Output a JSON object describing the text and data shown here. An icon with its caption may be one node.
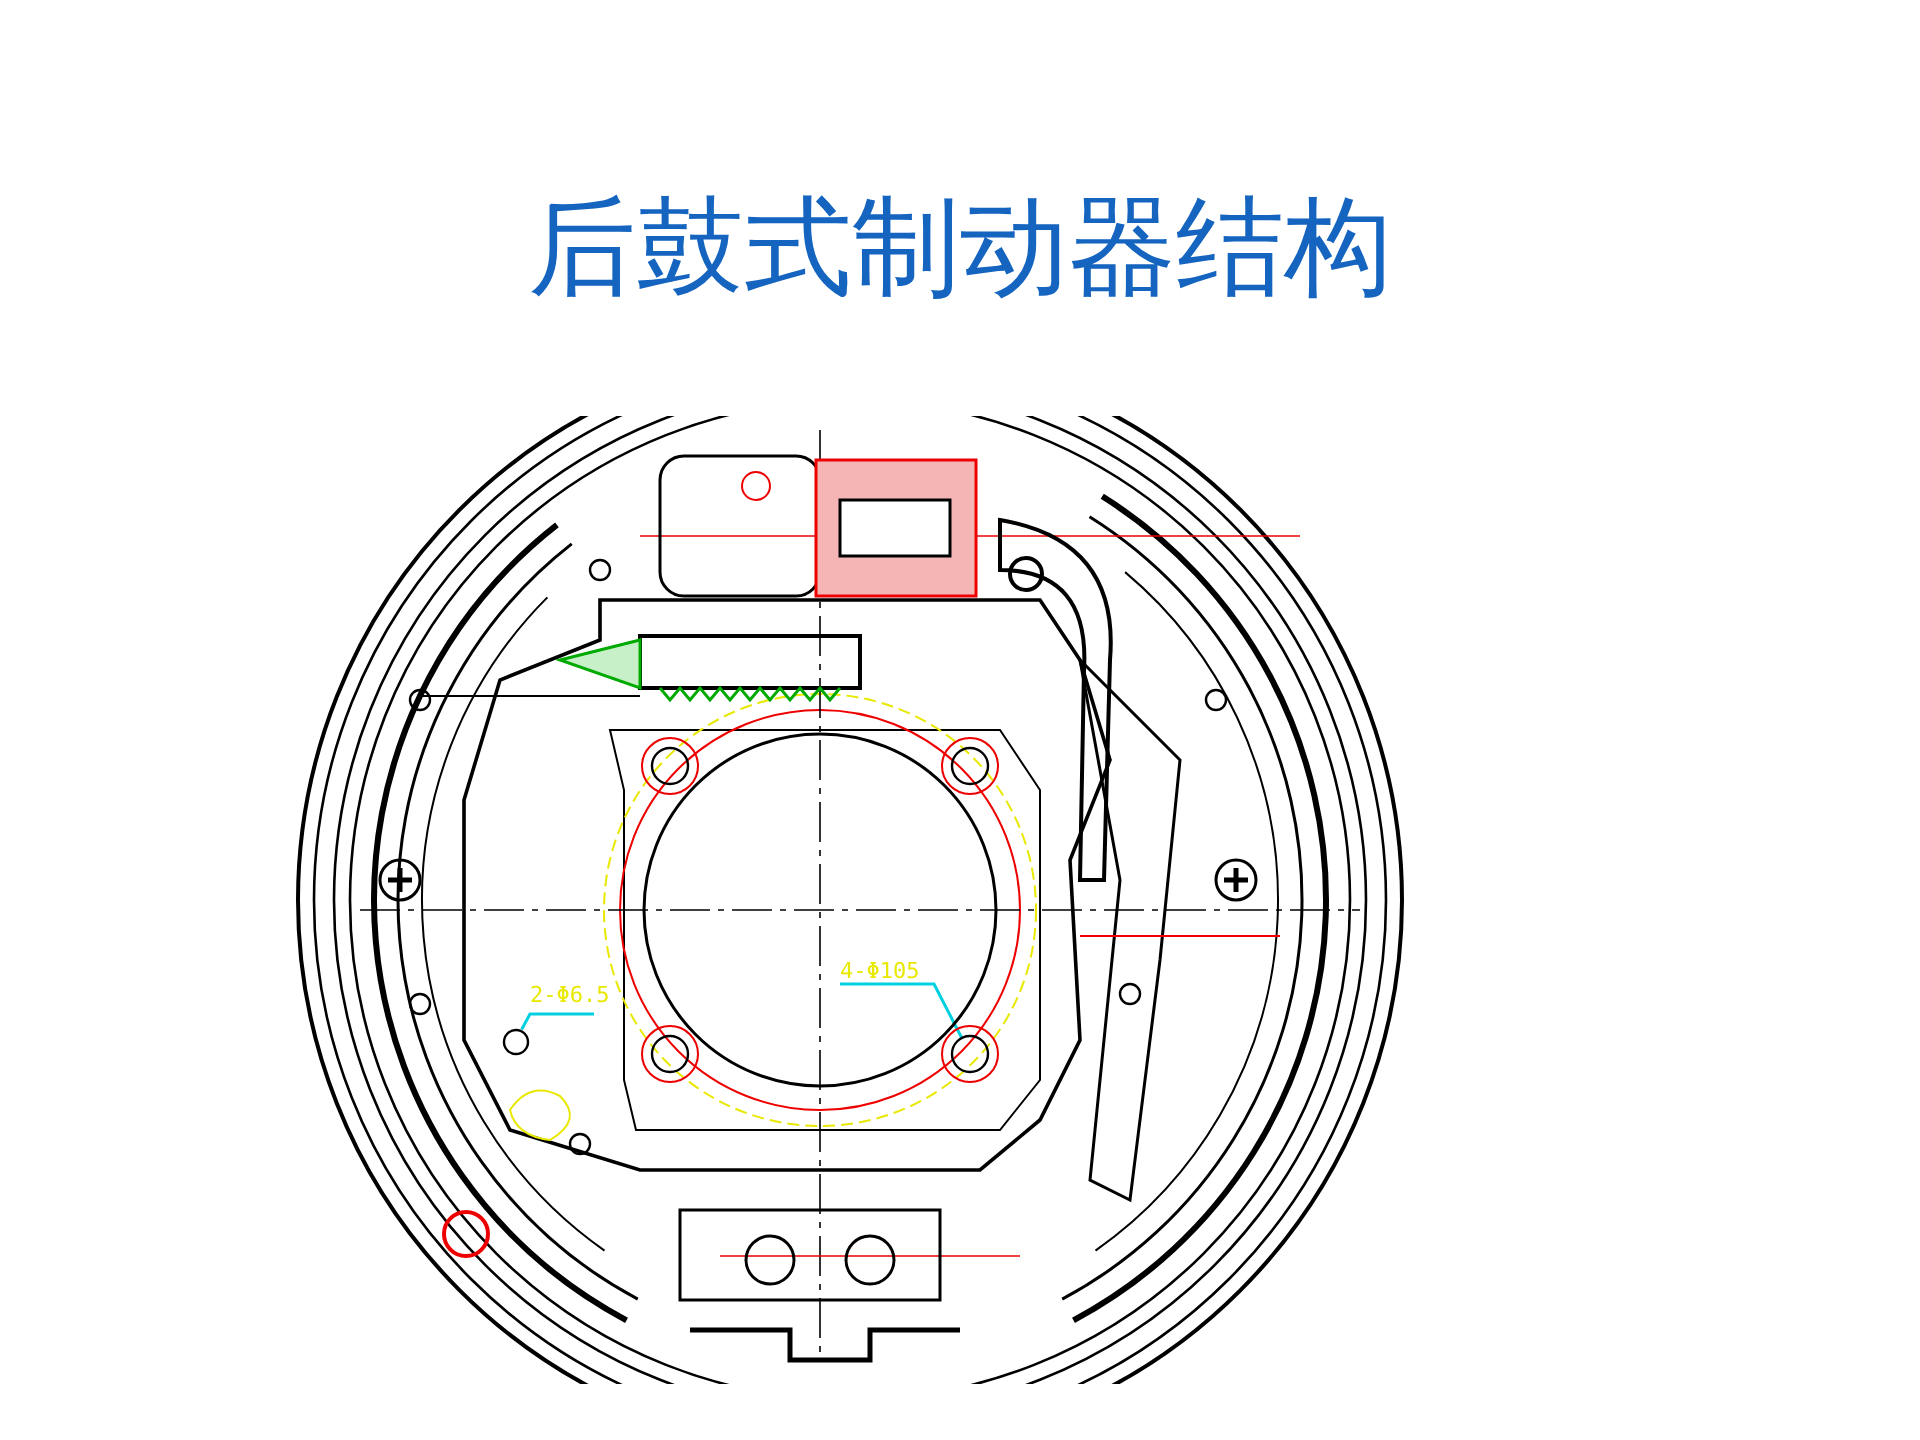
{
  "diagram": {
    "title": "后鼓式制动器结构",
    "nodes": [
      {
        "text": [
          "4-Φ105"
        ]
      },
      {
        "text": [],
        "shape": "circle"
      },
      {
        "text": [
          "2-Φ6.5"
        ]
      },
      {
        "text": [],
        "shape": "circle"
      }
    ],
    "edges": [
      {
        "from": 0,
        "to": 1,
        "arrow": "none"
      },
      {
        "from": 2,
        "to": 3,
        "arrow": "none"
      }
    ]
  }
}
